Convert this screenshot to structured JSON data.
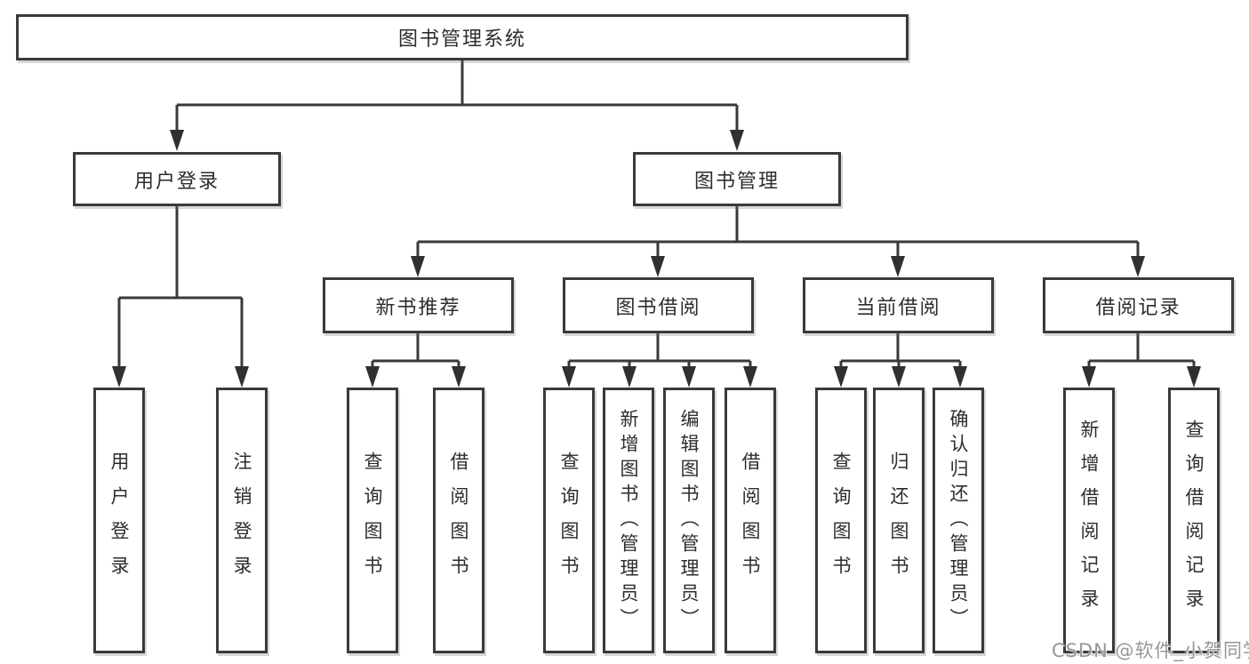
{
  "title": {
    "label": "图书管理系统"
  },
  "nodes": {
    "user_login": {
      "label": "用户登录"
    },
    "book_mgmt": {
      "label": "图书管理"
    },
    "new_book_rec": {
      "label": "新书推荐"
    },
    "book_borrow": {
      "label": "图书借阅"
    },
    "current_borrow": {
      "label": "当前借阅"
    },
    "borrow_records": {
      "label": "借阅记录"
    }
  },
  "leaves": {
    "user_login": [
      "用户登录",
      "注销登录"
    ],
    "new_book_rec": [
      "查询图书",
      "借阅图书"
    ],
    "book_borrow": [
      "查询图书",
      "新增图书（管理员）",
      "编辑图书（管理员）",
      "借阅图书"
    ],
    "current_borrow": [
      "查询图书",
      "归还图书",
      "确认归还（管理员）"
    ],
    "borrow_records": [
      "新增借阅记录",
      "查询借阅记录"
    ]
  },
  "watermark": {
    "text": "CSDN @软件_小贺同学",
    "color": "#9b9595"
  },
  "colors": {
    "line": "#3a3a3a",
    "box_border": "#3a3a3a",
    "text": "#2d2d2d",
    "background": "#ffffff"
  }
}
